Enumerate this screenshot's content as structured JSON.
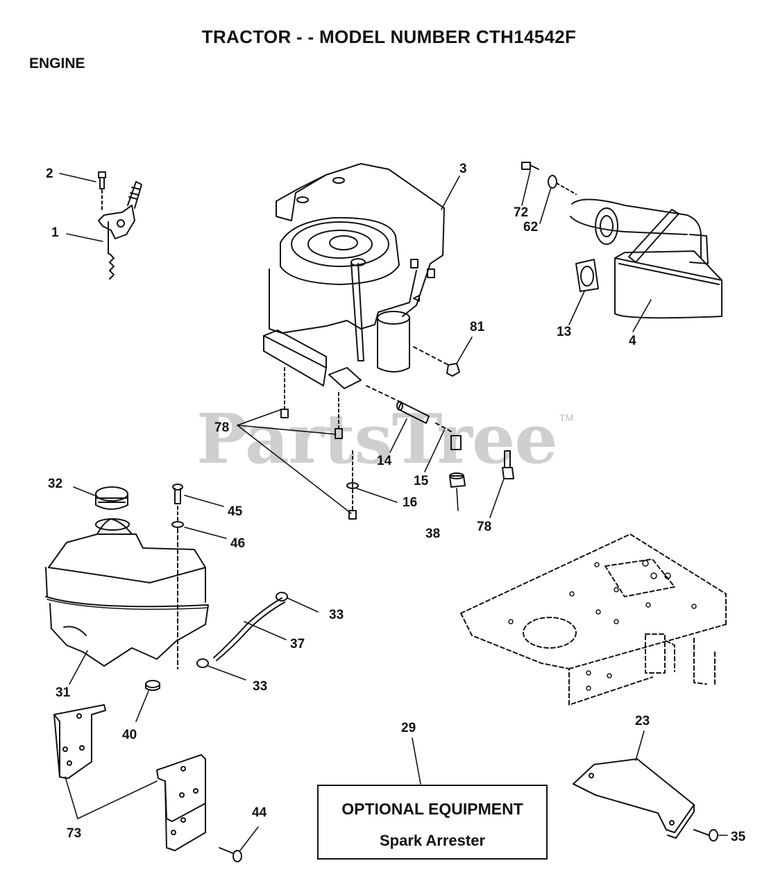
{
  "header": {
    "title": "TRACTOR - - MODEL NUMBER CTH14542F",
    "section": "ENGINE"
  },
  "watermark": {
    "text": "PartsTree",
    "tm": "TM"
  },
  "callouts": {
    "c1": "1",
    "c2": "2",
    "c3": "3",
    "c4": "4",
    "c13": "13",
    "c14": "14",
    "c15": "15",
    "c16": "16",
    "c23": "23",
    "c29": "29",
    "c31": "31",
    "c32": "32",
    "c33a": "33",
    "c33b": "33",
    "c35": "35",
    "c37": "37",
    "c38": "38",
    "c40": "40",
    "c44": "44",
    "c45": "45",
    "c46": "46",
    "c62": "62",
    "c72": "72",
    "c73": "73",
    "c78a": "78",
    "c78b": "78",
    "c81": "81"
  },
  "optional_box": {
    "title": "OPTIONAL EQUIPMENT",
    "subtitle": "Spark Arrester"
  }
}
